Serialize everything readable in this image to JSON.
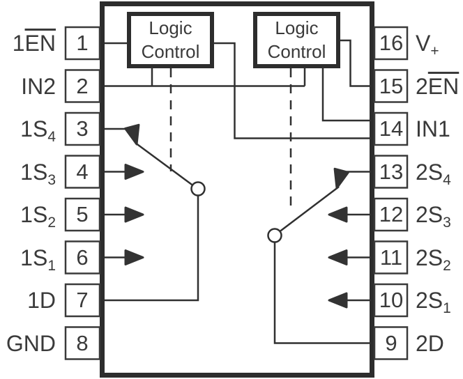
{
  "logic_blocks": [
    {
      "line1": "Logic",
      "line2": "Control"
    },
    {
      "line1": "Logic",
      "line2": "Control"
    }
  ],
  "pins": {
    "left": [
      {
        "number": "1",
        "label": {
          "pre": "1",
          "ov": "EN",
          "main": "",
          "sub": ""
        }
      },
      {
        "number": "2",
        "label": {
          "pre": "",
          "ov": "",
          "main": "IN2",
          "sub": ""
        }
      },
      {
        "number": "3",
        "label": {
          "pre": "",
          "ov": "",
          "main": "1S",
          "sub": "4"
        }
      },
      {
        "number": "4",
        "label": {
          "pre": "",
          "ov": "",
          "main": "1S",
          "sub": "3"
        }
      },
      {
        "number": "5",
        "label": {
          "pre": "",
          "ov": "",
          "main": "1S",
          "sub": "2"
        }
      },
      {
        "number": "6",
        "label": {
          "pre": "",
          "ov": "",
          "main": "1S",
          "sub": "1"
        }
      },
      {
        "number": "7",
        "label": {
          "pre": "",
          "ov": "",
          "main": "1D",
          "sub": ""
        }
      },
      {
        "number": "8",
        "label": {
          "pre": "",
          "ov": "",
          "main": "GND",
          "sub": ""
        }
      }
    ],
    "right": [
      {
        "number": "16",
        "label": {
          "pre": "",
          "ov": "",
          "main": "V",
          "sub": "+"
        }
      },
      {
        "number": "15",
        "label": {
          "pre": "2",
          "ov": "EN",
          "main": "",
          "sub": ""
        }
      },
      {
        "number": "14",
        "label": {
          "pre": "",
          "ov": "",
          "main": "IN1",
          "sub": ""
        }
      },
      {
        "number": "13",
        "label": {
          "pre": "",
          "ov": "",
          "main": "2S",
          "sub": "4"
        }
      },
      {
        "number": "12",
        "label": {
          "pre": "",
          "ov": "",
          "main": "2S",
          "sub": "3"
        }
      },
      {
        "number": "11",
        "label": {
          "pre": "",
          "ov": "",
          "main": "2S",
          "sub": "2"
        }
      },
      {
        "number": "10",
        "label": {
          "pre": "",
          "ov": "",
          "main": "2S",
          "sub": "1"
        }
      },
      {
        "number": "9",
        "label": {
          "pre": "",
          "ov": "",
          "main": "2D",
          "sub": ""
        }
      }
    ]
  },
  "colors": {
    "line": "#303030",
    "thick_border": "#2d2d2d",
    "text": "#3a3a3a",
    "background": "#ffffff"
  }
}
